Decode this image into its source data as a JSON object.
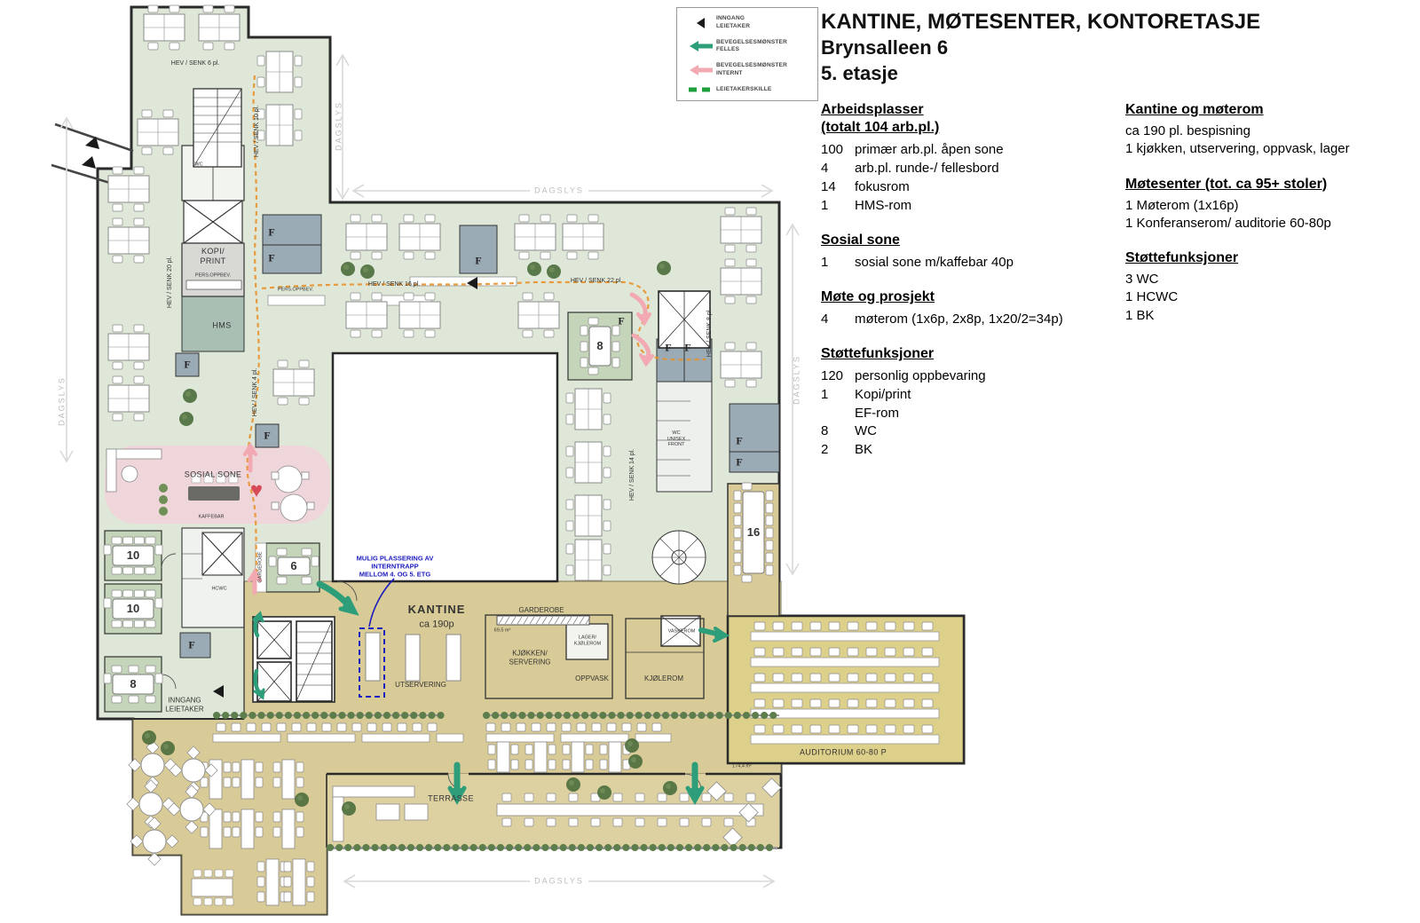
{
  "title": {
    "line1": "KANTINE, MØTESENTER, KONTORETASJE",
    "line2": "Brynsalleen 6",
    "line3": "5. etasje"
  },
  "legend": {
    "items": [
      {
        "id": "inngang-leietaker",
        "label": "INNGANG\nLEIETAKER"
      },
      {
        "id": "bevegelsesmonster-felles",
        "label": "BEVEGELSESMØNSTER\nFELLES"
      },
      {
        "id": "bevegelsesmonster-internt",
        "label": "BEVEGELSESMØNSTER\nINTERNT"
      },
      {
        "id": "leietakerskille",
        "label": "LEIETAKERSKILLE"
      }
    ]
  },
  "program": {
    "col1": [
      {
        "heading": "Arbeidsplasser",
        "heading2": "(totalt 104 arb.pl.)",
        "rows": [
          [
            "100",
            "primær arb.pl. åpen sone"
          ],
          [
            "4",
            "arb.pl. runde-/ fellesbord"
          ],
          [
            "14",
            "fokusrom"
          ],
          [
            "1",
            "HMS-rom"
          ]
        ]
      },
      {
        "heading": "Sosial sone",
        "rows": [
          [
            "1",
            "sosial sone m/kaffebar 40p"
          ]
        ]
      },
      {
        "heading": "Møte og prosjekt",
        "rows": [
          [
            "4",
            "møterom (1x6p, 2x8p, 1x20/2=34p)"
          ]
        ]
      },
      {
        "heading": "Støttefunksjoner",
        "rows": [
          [
            "120",
            "personlig oppbevaring"
          ],
          [
            "1",
            "Kopi/print"
          ],
          [
            "",
            "EF-rom"
          ],
          [
            "8",
            "WC"
          ],
          [
            "2",
            "BK"
          ]
        ]
      }
    ],
    "col2": [
      {
        "heading": "Kantine og møterom",
        "lines": [
          "ca 190 pl. bespisning",
          "1 kjøkken, utservering, oppvask, lager"
        ]
      },
      {
        "heading": "Møtesenter (tot. ca 95+ stoler)",
        "lines": [
          "1 Møterom (1x16p)",
          "1 Konferanserom/ auditorie 60-80p"
        ]
      },
      {
        "heading": "Støttefunksjoner",
        "lines": [
          "3 WC",
          "1 HCWC",
          "1 BK"
        ]
      }
    ]
  },
  "plan": {
    "labels": {
      "hev_senk_6": "HEV / SENK 6 pl.",
      "hev_senk_10": "HEV / SENK 10 pl.",
      "hev_senk_20": "HEV / SENK 20 pl.",
      "hev_senk_4": "HEV / SENK 4 pl.",
      "hev_senk_16": "HEV / SENK 16 pl.",
      "hev_senk_22": "HEV / SENK 22 pl.",
      "hev_senk_8": "HEV / SENK 8 pl.",
      "hev_senk_14": "HEV / SENK 14 pl.",
      "kopi_print": "KOPI/\nPRINT",
      "hms": "HMS",
      "sosial_sone": "SOSIAL SONE",
      "kaffebar": "KAFFEBAR",
      "pers_oppbev_1": "PERS.OPPBEV.",
      "pers_oppbev_2": "PERS.OPPBEV.",
      "kantine": "KANTINE",
      "kantine_cap": "ca 190p",
      "utservering": "UTSERVERING",
      "garderobe": "GARDEROBE",
      "garderobe_m2": "69,5 m²",
      "garderobe_v": "GARDEROBE",
      "kjokken": "KJØKKEN/\nSERVERING",
      "oppvask": "OPPVASK",
      "kjolerom": "KJØLEROM",
      "lager": "LAGER/\nKJØLEROM",
      "vaskerom": "VASKEROM",
      "wc_unisex": "WC\nUNISEX\nFRONT",
      "hcwc": "HCWC",
      "wc1": "WC",
      "inngang": "INNGANG\nLEIETAKER",
      "mulig_note": "MULIG PLASSERING AV\nINTERNTRAPP\nMELLOM 4. OG 5. ETG",
      "auditorium": "AUDITORIUM 60-80 P",
      "auditorium_m2": "174,4 m²",
      "terrasse": "TERRASSE",
      "dagslys_left": "DAGSLYS",
      "dagslys_top_v": "DAGSLYS",
      "dagslys_top_h": "DAGSLYS",
      "dagslys_right": "DAGSLYS",
      "dagslys_bottom": "DAGSLYS"
    },
    "rooms": {
      "r10a": "10",
      "r10b": "10",
      "r8a": "8",
      "r6": "6",
      "r8b": "8",
      "r16": "16",
      "fokusrom": "F"
    },
    "colors": {
      "office": "#dfe8d8",
      "meeting": "#c5d5ba",
      "fokus": "#9aabb5",
      "hms": "#a9bfb3",
      "sosial": "#efd6da",
      "kantine": "#d9cb97",
      "terrasse": "#ddd1a2",
      "auditorium": "#ddd08a",
      "courtyard": "#ffffff",
      "path_orange": "#e8922d",
      "arrow_felles": "#2e9e7a",
      "arrow_internt": "#f2a9b2",
      "note_blue": "#1b1bbe",
      "heart": "#d84a58",
      "tree": "#4b6d3c",
      "wall": "#2a2a2a"
    }
  }
}
